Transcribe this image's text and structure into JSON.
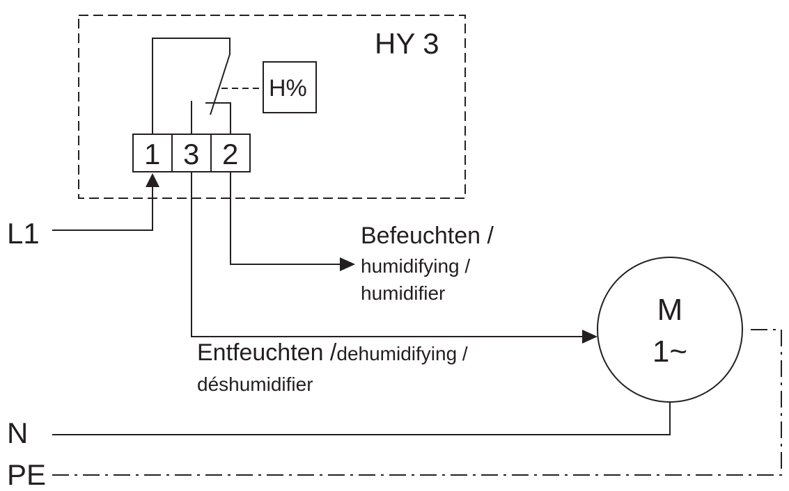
{
  "device": {
    "name": "HY 3",
    "sensor": "H%",
    "terminals": [
      "1",
      "3",
      "2"
    ]
  },
  "lines": {
    "l1": "L1",
    "n": "N",
    "pe": "PE"
  },
  "outputs": {
    "humidify_main": "Befeuchten /",
    "humidify_en": "humidifying /",
    "humidify_fr": "humidifier",
    "dehumidify_main": "Entfeuchten /",
    "dehumidify_en": "dehumidifying /",
    "dehumidify_fr": "déshumidifier"
  },
  "motor": {
    "label": "M",
    "phase": "1~"
  },
  "colors": {
    "ink": "#231f20",
    "background": "#ffffff"
  }
}
